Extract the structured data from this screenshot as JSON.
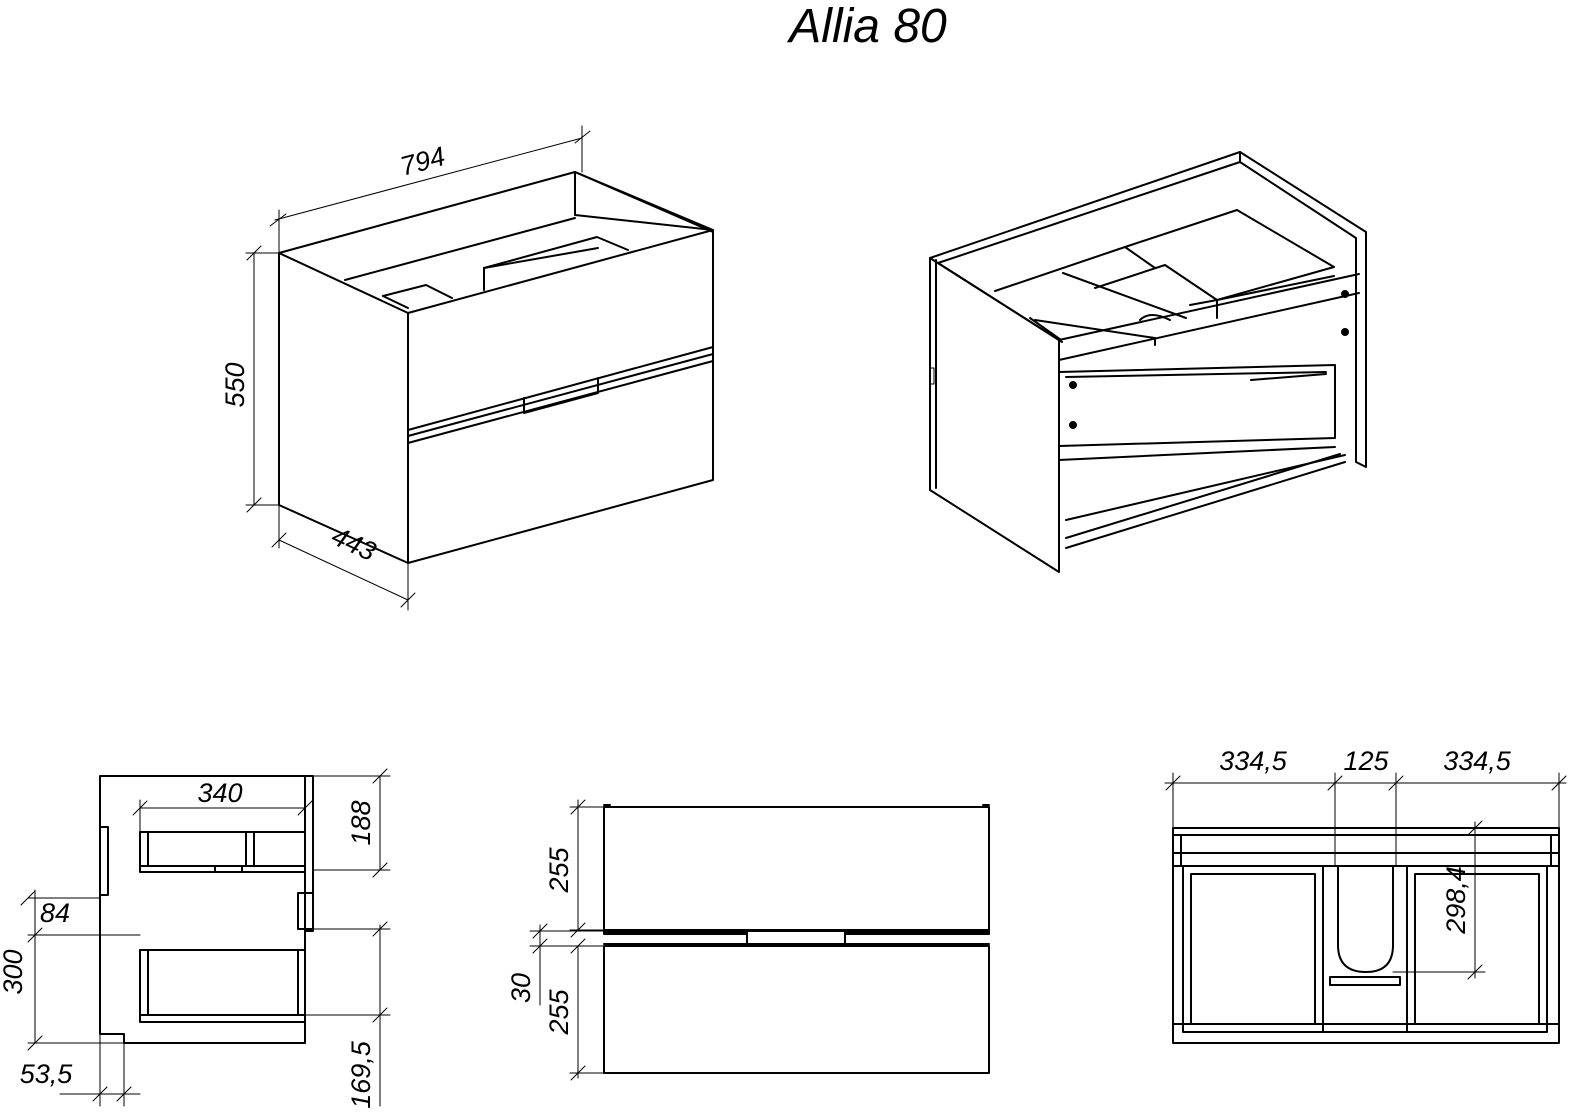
{
  "title": "Allia 80",
  "iso_front": {
    "width": "794",
    "height": "550",
    "depth": "443"
  },
  "side_view": {
    "inner_width": "340",
    "top_drawer_height": "188",
    "handle_offset": "84",
    "top_section": "300",
    "bottom_offset": "53,5",
    "bottom_drawer_height": "169,5"
  },
  "front_view": {
    "upper_front": "255",
    "gap": "30",
    "lower_front": "255"
  },
  "top_view": {
    "left_width": "334,5",
    "center_cutout": "125",
    "right_width": "334,5",
    "cutout_depth": "298,4"
  }
}
